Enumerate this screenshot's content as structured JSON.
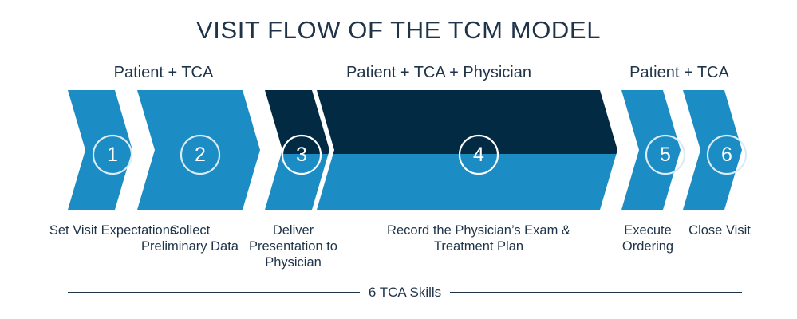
{
  "title": "VISIT FLOW OF THE TCM MODEL",
  "colors": {
    "light_blue": "#1b8cc4",
    "dark_navy": "#032a43",
    "text_navy": "#1f3349",
    "background": "#ffffff",
    "circle_outline": "#d9ecf6"
  },
  "group_headers": [
    {
      "label": "Patient + TCA"
    },
    {
      "label": "Patient + TCA + Physician"
    },
    {
      "label": "Patient + TCA"
    }
  ],
  "steps": [
    {
      "number": "1",
      "caption": "Set Visit Expectations"
    },
    {
      "number": "2",
      "caption": "Collect Preliminary Data"
    },
    {
      "number": "3",
      "caption": "Deliver Presentation to Physician"
    },
    {
      "number": "4",
      "caption": "Record the Physician’s Exam & Treatment Plan"
    },
    {
      "number": "5",
      "caption": "Execute Ordering"
    },
    {
      "number": "6",
      "caption": "Close Visit"
    }
  ],
  "footer": {
    "label": "6 TCA Skills"
  }
}
